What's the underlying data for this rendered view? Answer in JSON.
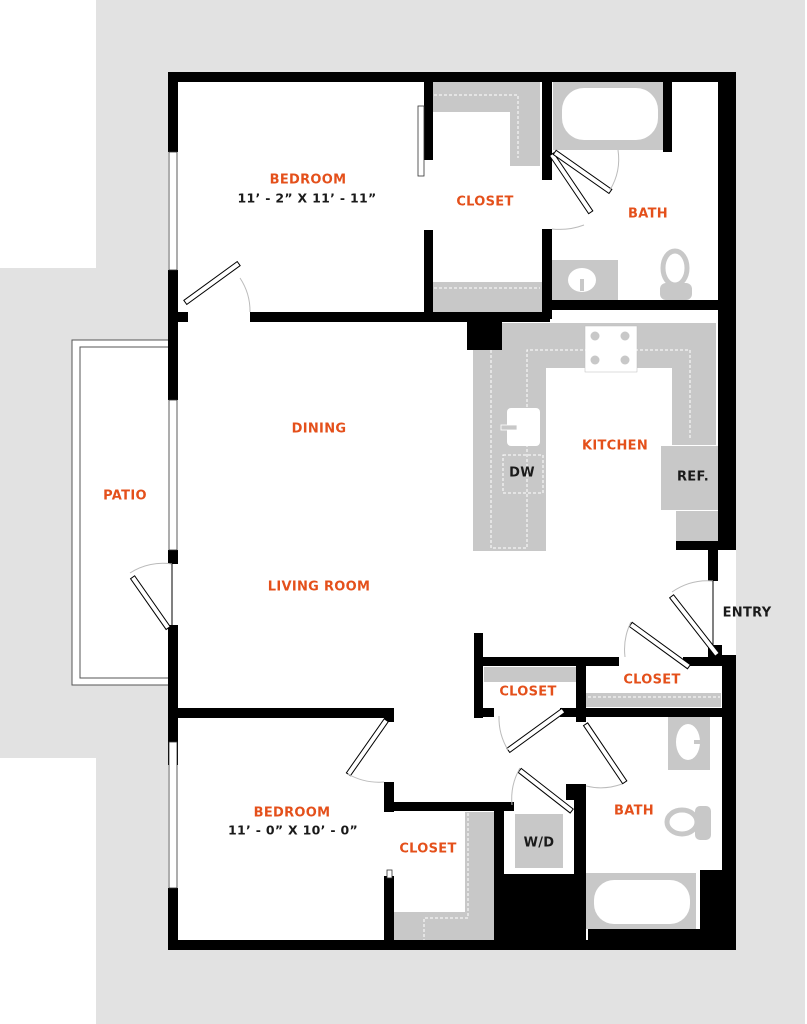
{
  "floorplan": {
    "colors": {
      "background": "#e2e2e2",
      "wall": "#000000",
      "floor": "#ffffff",
      "fixture": "#c8c8c8",
      "label_accent": "#e4501b",
      "label_dark": "#1a1a1a"
    },
    "rooms": {
      "bedroom1": {
        "name": "BEDROOM",
        "dimensions": "11’ - 2” X 11’ - 11”"
      },
      "closet1": {
        "name": "CLOSET"
      },
      "bath1": {
        "name": "BATH"
      },
      "dining": {
        "name": "DINING"
      },
      "kitchen": {
        "name": "KITCHEN"
      },
      "patio": {
        "name": "PATIO"
      },
      "living": {
        "name": "LIVING ROOM"
      },
      "entry": {
        "name": "ENTRY"
      },
      "closet2": {
        "name": "CLOSET"
      },
      "closet3": {
        "name": "CLOSET"
      },
      "bedroom2": {
        "name": "BEDROOM",
        "dimensions": "11’ - 0” X 10’ - 0”"
      },
      "closet4": {
        "name": "CLOSET"
      },
      "bath2": {
        "name": "BATH"
      }
    },
    "appliances": {
      "dishwasher": "DW",
      "refrigerator": "REF.",
      "washer_dryer": "W/D"
    }
  }
}
